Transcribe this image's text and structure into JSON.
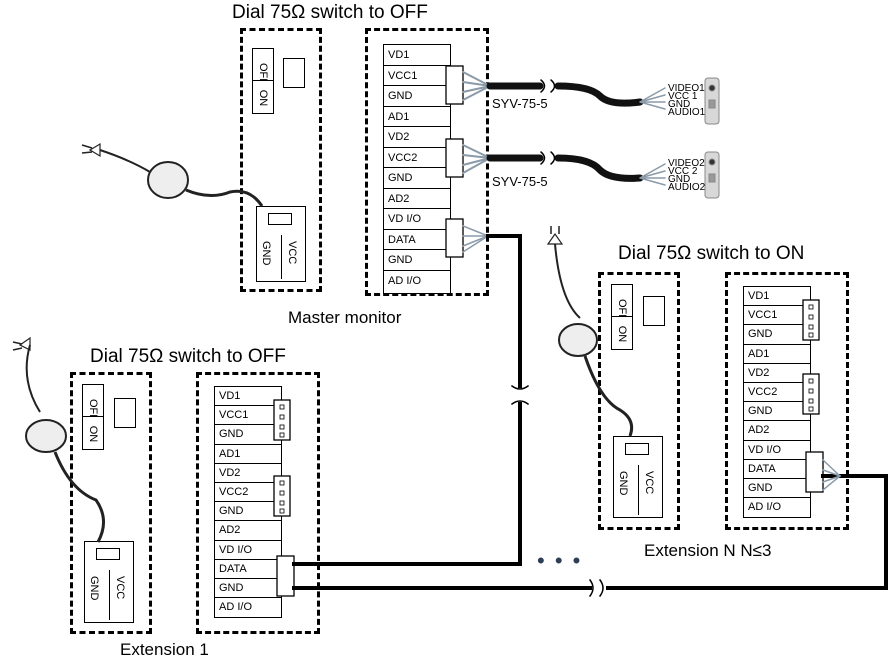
{
  "headings": {
    "master_dial": "Dial 75Ω switch to OFF",
    "ext1_dial": "Dial 75Ω switch to OFF",
    "extN_dial": "Dial 75Ω switch to ON"
  },
  "captions": {
    "master": "Master monitor",
    "ext1": "Extension 1",
    "extN": "Extension N N≤3"
  },
  "cables": {
    "cable1": "SYV-75-5",
    "cable2": "SYV-75-5"
  },
  "camera1_labels": [
    "VIDEO1",
    "VCC 1",
    "GND",
    "AUDIO1"
  ],
  "camera2_labels": [
    "VIDEO2",
    "VCC 2",
    "GND",
    "AUDIO2"
  ],
  "switch": {
    "off": "OFF",
    "on": "ON"
  },
  "power": {
    "gnd": "GND",
    "vcc": "VCC"
  },
  "terminals": [
    "VD1",
    "VCC1",
    "GND",
    "AD1",
    "VD2",
    "VCC2",
    "GND",
    "AD2",
    "VD I/O",
    "DATA",
    "GND",
    "AD I/O"
  ],
  "dots": "• • •"
}
